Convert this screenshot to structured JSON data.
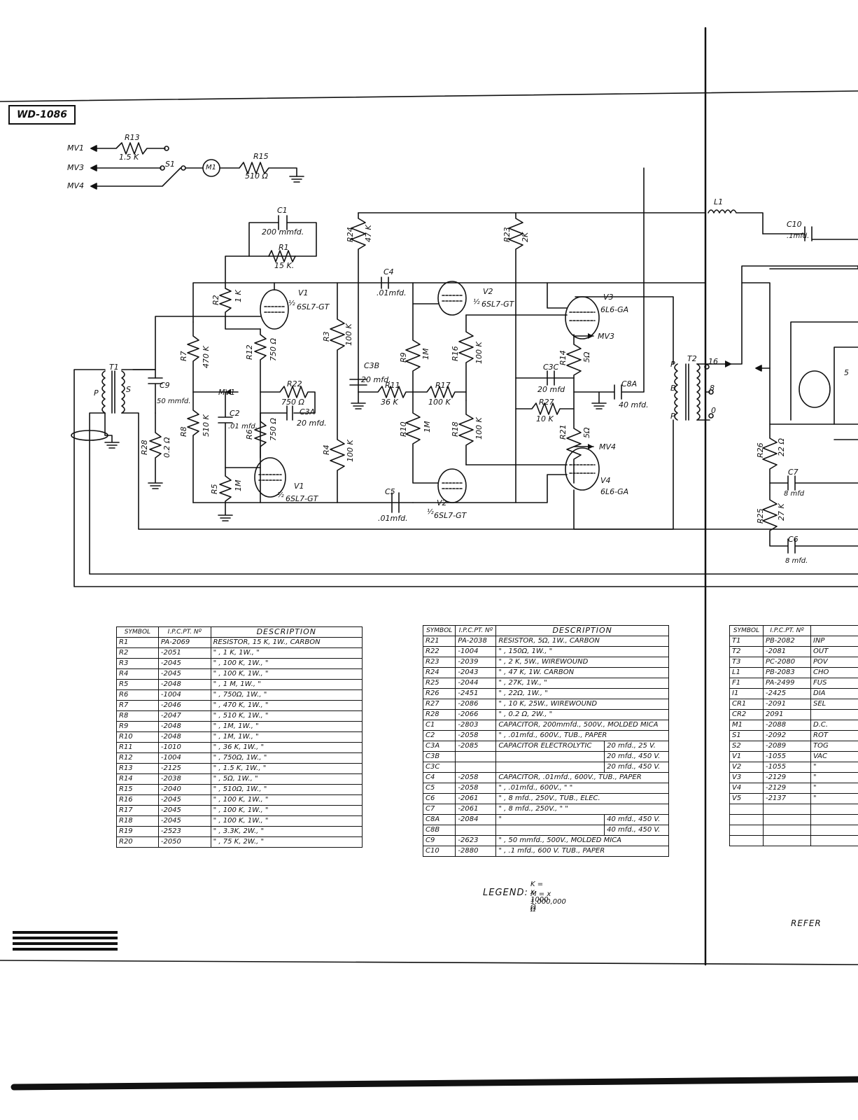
{
  "drawing_number": "WD-1086",
  "meter_switch": {
    "outputs": [
      "MV1",
      "MV3",
      "MV4"
    ],
    "r13": {
      "ref": "R13",
      "value": "1.5 K"
    },
    "switch": "S1",
    "meter": "M1",
    "r15": {
      "ref": "R15",
      "value": "510 Ω"
    }
  },
  "components": {
    "c1": {
      "ref": "C1",
      "value": "200 mmfd."
    },
    "r1": {
      "ref": "R1",
      "value": "15 K."
    },
    "r24": {
      "ref": "R24",
      "value": "47 K"
    },
    "r23": {
      "ref": "R23",
      "value": "2K"
    },
    "l1": {
      "ref": "L1"
    },
    "c10": {
      "ref": "C10",
      "value": ".1mfd."
    },
    "c4": {
      "ref": "C4",
      "value": ".01mfd."
    },
    "v1_top": {
      "ref": "V1",
      "type": "6SL7-GT"
    },
    "v2_top": {
      "ref": "V2",
      "type": "6SL7-GT"
    },
    "v3": {
      "ref": "V3",
      "type": "6L6-GA"
    },
    "mv3": "MV3",
    "r2": {
      "ref": "R2",
      "value": "1 K"
    },
    "r3": {
      "ref": "R3",
      "value": "100 K"
    },
    "r9": {
      "ref": "R9",
      "value": "1M"
    },
    "r16": {
      "ref": "R16",
      "value": "100 K"
    },
    "r14": {
      "ref": "R14",
      "value": "5Ω"
    },
    "r7": {
      "ref": "R7",
      "value": "470 K"
    },
    "r12": {
      "ref": "R12",
      "value": "750 Ω"
    },
    "c3b": {
      "ref": "C3B",
      "value": "20 mfd."
    },
    "c3c": {
      "ref": "C3C",
      "value": "20 mfd"
    },
    "t1": {
      "ref": "T1",
      "p": "P",
      "s": "S"
    },
    "t2": {
      "ref": "T2",
      "taps": [
        "16",
        "8",
        "0"
      ],
      "p": "P",
      "b": "B"
    },
    "c9": {
      "ref": "C9",
      "value": "50 mmfd."
    },
    "mv1": "MV1",
    "r22": {
      "ref": "R22",
      "value": "750 Ω"
    },
    "c3a": {
      "ref": "C3A",
      "value": "20 mfd."
    },
    "r11": {
      "ref": "R11",
      "value": "36 K"
    },
    "r17": {
      "ref": "R17",
      "value": "100 K"
    },
    "r27": {
      "ref": "R27",
      "value": "10 K"
    },
    "c8a": {
      "ref": "C8A",
      "value": "40 mfd."
    },
    "c2": {
      "ref": "C2",
      "value": ".01 mfd."
    },
    "r8": {
      "ref": "R8",
      "value": "510 K"
    },
    "r28": {
      "ref": "R28",
      "value": "0.2 Ω"
    },
    "r6": {
      "ref": "R6",
      "value": "750 Ω"
    },
    "r4": {
      "ref": "R4",
      "value": "100 K"
    },
    "r10": {
      "ref": "R10",
      "value": "1M"
    },
    "r18": {
      "ref": "R18",
      "value": "100 K"
    },
    "r21": {
      "ref": "R21",
      "value": "5Ω"
    },
    "mv4": "MV4",
    "v4": {
      "ref": "V4",
      "type": "6L6-GA"
    },
    "r26": {
      "ref": "R26",
      "value": "22 Ω"
    },
    "c7": {
      "ref": "C7",
      "value": "8 mfd"
    },
    "r25": {
      "ref": "R25",
      "value": "27 K"
    },
    "c6": {
      "ref": "C6",
      "value": "8 mfd."
    },
    "r5": {
      "ref": "R5",
      "value": "1M"
    },
    "v1_bot": {
      "ref": "V1",
      "type": "6SL7-GT"
    },
    "v2_bot": {
      "ref": "V2",
      "type": "6SL7-GT"
    },
    "c5": {
      "ref": "C5",
      "value": ".01mfd."
    },
    "v5": {
      "ref": "5"
    },
    "half": "½"
  },
  "table_headers": {
    "symbol": "SYMBOL",
    "ipc": "I.P.C.PT. Nº",
    "description": "DESCRIPTION"
  },
  "table1": [
    [
      "R1",
      "PA-2069",
      "RESISTOR, 15 K, 1W., CARBON"
    ],
    [
      "R2",
      "-2051",
      "\" , 1 K, 1W., \""
    ],
    [
      "R3",
      "-2045",
      "\" , 100 K, 1W., \""
    ],
    [
      "R4",
      "-2045",
      "\" , 100 K, 1W., \""
    ],
    [
      "R5",
      "-2048",
      "\" , 1 M, 1W., \""
    ],
    [
      "R6",
      "-1004",
      "\" , 750Ω, 1W., \""
    ],
    [
      "R7",
      "-2046",
      "\" , 470 K, 1W., \""
    ],
    [
      "R8",
      "-2047",
      "\" , 510 K, 1W., \""
    ],
    [
      "R9",
      "-2048",
      "\" , 1M, 1W., \""
    ],
    [
      "R10",
      "-2048",
      "\" , 1M, 1W., \""
    ],
    [
      "R11",
      "-1010",
      "\" , 36 K, 1W., \""
    ],
    [
      "R12",
      "-1004",
      "\" , 750Ω, 1W., \""
    ],
    [
      "R13",
      "-2125",
      "\" , 1.5 K, 1W., \""
    ],
    [
      "R14",
      "-2038",
      "\" , 5Ω, 1W., \""
    ],
    [
      "R15",
      "-2040",
      "\" , 510Ω, 1W., \""
    ],
    [
      "R16",
      "-2045",
      "\" , 100 K, 1W., \""
    ],
    [
      "R17",
      "-2045",
      "\" , 100 K, 1W., \""
    ],
    [
      "R18",
      "-2045",
      "\" , 100 K, 1W., \""
    ],
    [
      "R19",
      "-2523",
      "\" , 3.3K, 2W., \""
    ],
    [
      "R20",
      "-2050",
      "\" , 75 K, 2W., \""
    ]
  ],
  "table2": [
    [
      "R21",
      "PA-2038",
      "RESISTOR, 5Ω, 1W., CARBON"
    ],
    [
      "R22",
      "-1004",
      "\" , 150Ω, 1W., \""
    ],
    [
      "R23",
      "-2039",
      "\" , 2 K, 5W., WIREWOUND"
    ],
    [
      "R24",
      "-2043",
      "\" , 47 K, 1W. CARBON"
    ],
    [
      "R25",
      "-2044",
      "\" , 27K, 1W., \""
    ],
    [
      "R26",
      "-2451",
      "\" , 22Ω, 1W., \""
    ],
    [
      "R27",
      "-2086",
      "\" , 10 K, 25W., WIREWOUND"
    ],
    [
      "R28",
      "-2066",
      "\" , 0.2 Ω, 2W., \""
    ],
    [
      "C1",
      "-2803",
      "CAPACITOR, 200mmfd., 500V., MOLDED MICA"
    ],
    [
      "C2",
      "-2058",
      "\" , .01mfd., 600V., TUB., PAPER"
    ],
    [
      "C3A",
      "-2085",
      "CAPACITOR ELECTROLYTIC",
      "20 mfd., 25 V."
    ],
    [
      "C3B",
      "",
      "",
      "20 mfd., 450 V."
    ],
    [
      "C3C",
      "",
      "",
      "20 mfd., 450 V."
    ],
    [
      "C4",
      "-2058",
      "CAPACITOR, .01mfd., 600V., TUB., PAPER"
    ],
    [
      "C5",
      "-2058",
      "\" , .01mfd., 600V., \" \""
    ],
    [
      "C6",
      "-2061",
      "\" , 8 mfd., 250V., TUB., ELEC."
    ],
    [
      "C7",
      "-2061",
      "\" , 8 mfd., 250V., \" \""
    ],
    [
      "C8A",
      "-2084",
      "\"",
      "40 mfd., 450 V."
    ],
    [
      "C8B",
      "",
      "",
      "40 mfd., 450 V."
    ],
    [
      "C9",
      "-2623",
      "\" , 50 mmfd., 500V., MOLDED MICA"
    ],
    [
      "C10",
      "-2880",
      "\" , .1 mfd., 600 V. TUB., PAPER"
    ]
  ],
  "table3": [
    [
      "T1",
      "PB-2082",
      "INP"
    ],
    [
      "T2",
      "-2081",
      "OUT"
    ],
    [
      "T3",
      "PC-2080",
      "POV"
    ],
    [
      "L1",
      "PB-2083",
      "CHO"
    ],
    [
      "F1",
      "PA-2499",
      "FUS"
    ],
    [
      "I1",
      "-2425",
      "DIA"
    ],
    [
      "CR1",
      "-2091",
      "SEL"
    ],
    [
      "CR2",
      "2091",
      ""
    ],
    [
      "M1",
      "-2088",
      "D.C."
    ],
    [
      "S1",
      "-2092",
      "ROT"
    ],
    [
      "S2",
      "-2089",
      "TOG"
    ],
    [
      "V1",
      "-1055",
      "VAC"
    ],
    [
      "V2",
      "-1055",
      "\""
    ],
    [
      "V3",
      "-2129",
      "\""
    ],
    [
      "V4",
      "-2129",
      "\""
    ],
    [
      "V5",
      "-2137",
      "\""
    ],
    [
      "",
      "",
      ""
    ],
    [
      "",
      "",
      ""
    ],
    [
      "",
      "",
      ""
    ],
    [
      "",
      "",
      ""
    ]
  ],
  "legend": {
    "title": "LEGEND:",
    "k": "K = x 1000 Ω",
    "m": "M = x 1,000,000 Ω"
  },
  "reference_text": "REFER",
  "colors": {
    "ink": "#111111",
    "paper": "#ffffff"
  }
}
